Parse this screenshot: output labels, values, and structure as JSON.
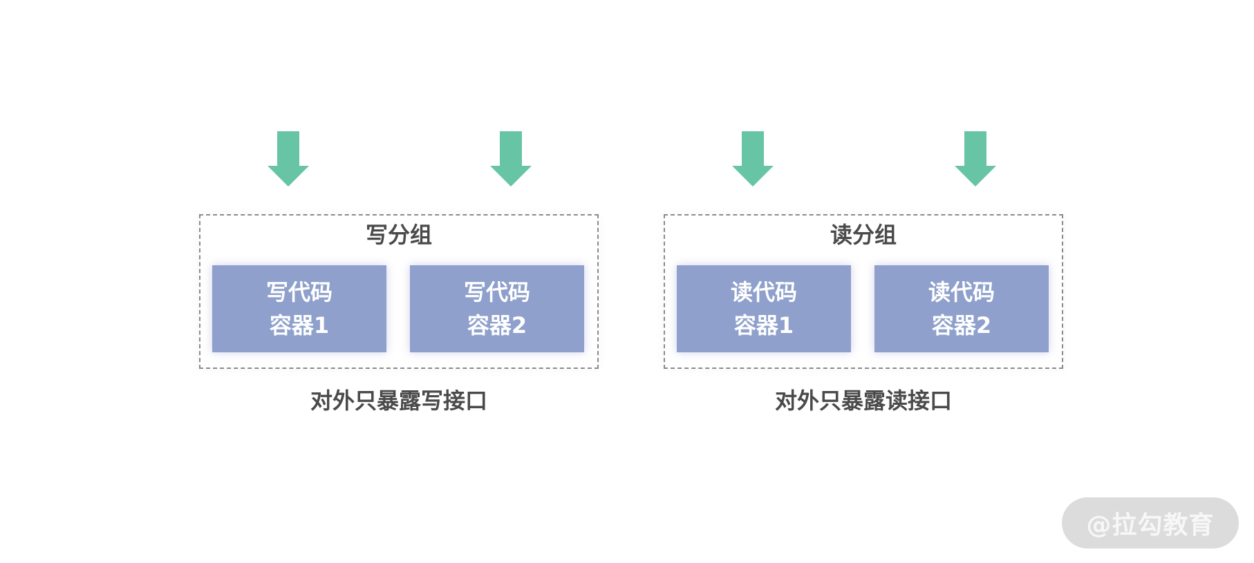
{
  "colors": {
    "arrow": "#67c4a4",
    "container_fill": "#8ea0cb",
    "border": "#8a8a8a",
    "text_dark": "#4a4a4a",
    "text_light": "#ffffff",
    "watermark_bg": "#dcdcdc"
  },
  "write_group": {
    "title": "写分组",
    "containers": [
      {
        "line1": "写代码",
        "line2": "容器1"
      },
      {
        "line1": "写代码",
        "line2": "容器2"
      }
    ],
    "caption": "对外只暴露写接口"
  },
  "read_group": {
    "title": "读分组",
    "containers": [
      {
        "line1": "读代码",
        "line2": "容器1"
      },
      {
        "line1": "读代码",
        "line2": "容器2"
      }
    ],
    "caption": "对外只暴露读接口"
  },
  "watermark": "@拉勾教育",
  "icons": [
    "arrow-down-icon"
  ]
}
